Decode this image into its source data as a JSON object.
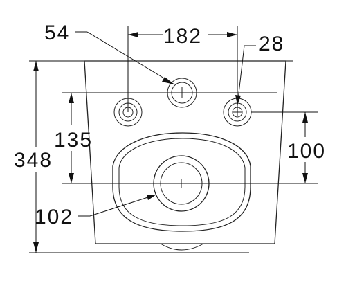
{
  "dimensions": {
    "width_total": "182",
    "large_hole_dia": "54",
    "small_hole_dia": "28",
    "height_total": "348",
    "hole_offset_left": "135",
    "hole_offset_right": "100",
    "outlet_dia": "102"
  }
}
